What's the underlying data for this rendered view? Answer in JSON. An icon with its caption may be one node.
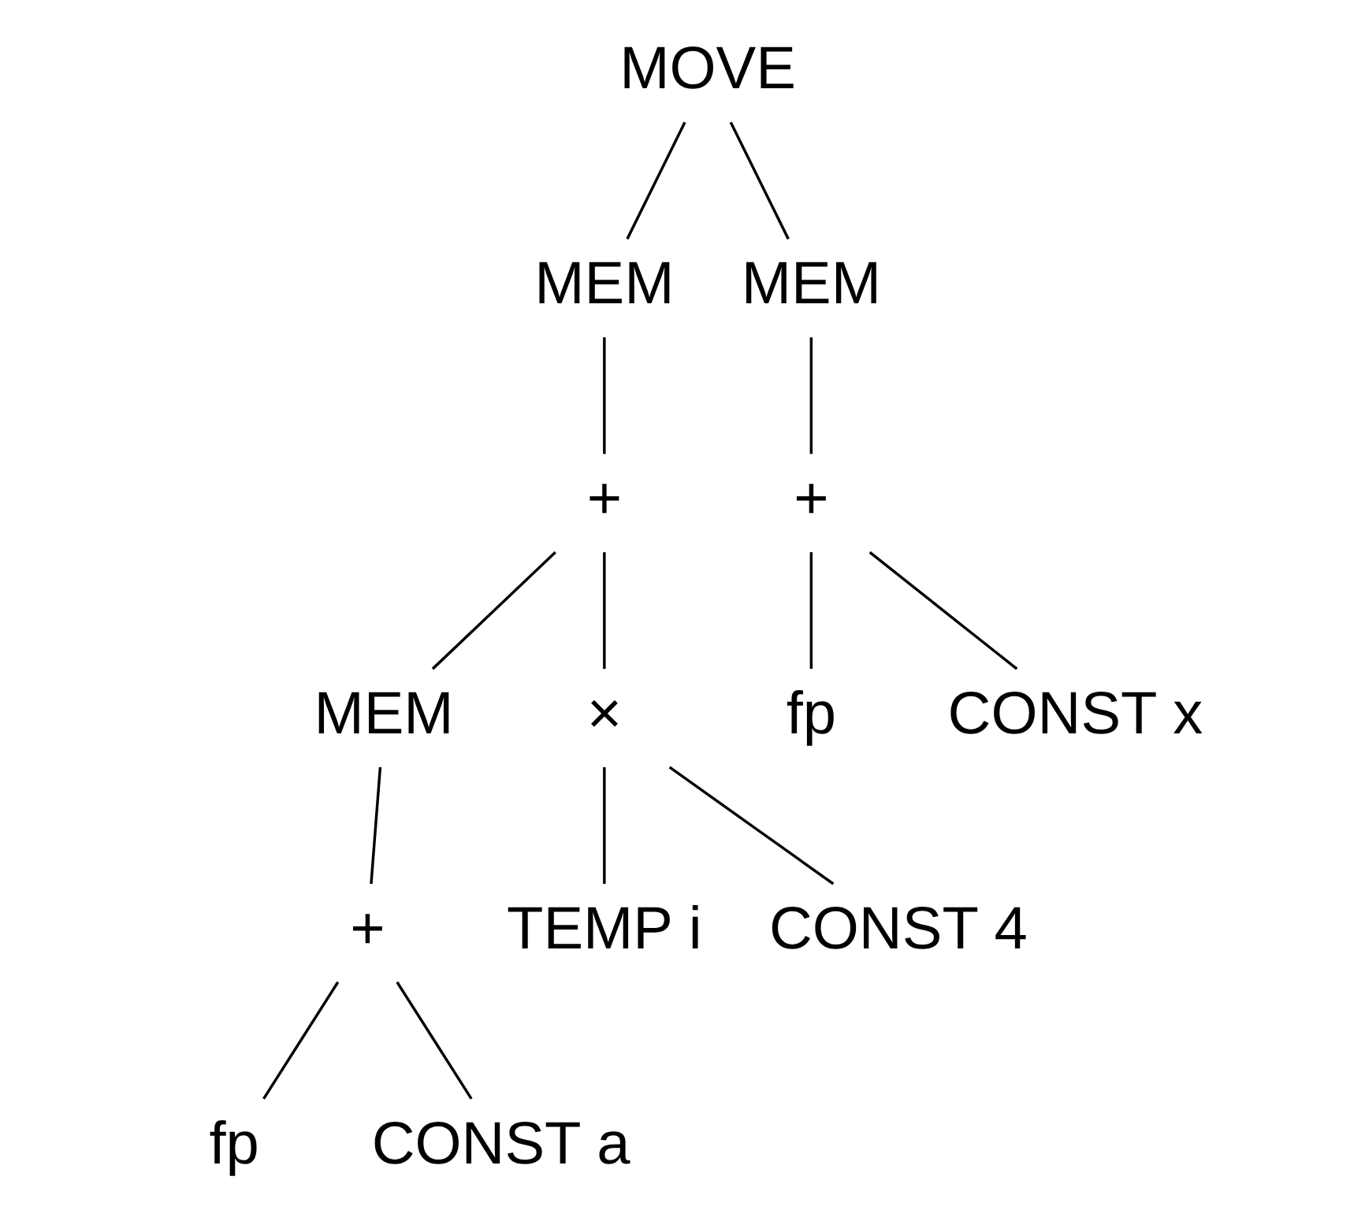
{
  "diagram": {
    "nodes": [
      {
        "text": [
          "MOVE"
        ]
      },
      {
        "text": [
          "MEM"
        ]
      },
      {
        "text": [
          "MEM"
        ]
      },
      {
        "text": [
          "+"
        ]
      },
      {
        "text": [
          "+"
        ]
      },
      {
        "text": [
          "MEM"
        ]
      },
      {
        "text": [
          "×"
        ]
      },
      {
        "text": [
          "fp"
        ]
      },
      {
        "text": [
          "CONST x"
        ]
      },
      {
        "text": [
          "+"
        ]
      },
      {
        "text": [
          "TEMP i"
        ]
      },
      {
        "text": [
          "CONST 4"
        ]
      },
      {
        "text": [
          "fp"
        ]
      },
      {
        "text": [
          "CONST a"
        ]
      }
    ],
    "edges": [
      {
        "from": 0,
        "to": 1,
        "arrow": "none"
      },
      {
        "from": 0,
        "to": 2,
        "arrow": "none"
      },
      {
        "from": 1,
        "to": 3,
        "arrow": "none"
      },
      {
        "from": 2,
        "to": 4,
        "arrow": "none"
      },
      {
        "from": 3,
        "to": 5,
        "arrow": "none"
      },
      {
        "from": 3,
        "to": 6,
        "arrow": "none"
      },
      {
        "from": 4,
        "to": 7,
        "arrow": "none"
      },
      {
        "from": 4,
        "to": 8,
        "arrow": "none"
      },
      {
        "from": 5,
        "to": 9,
        "arrow": "none"
      },
      {
        "from": 6,
        "to": 10,
        "arrow": "none"
      },
      {
        "from": 6,
        "to": 11,
        "arrow": "none"
      },
      {
        "from": 9,
        "to": 12,
        "arrow": "none"
      },
      {
        "from": 9,
        "to": 13,
        "arrow": "none"
      }
    ]
  }
}
